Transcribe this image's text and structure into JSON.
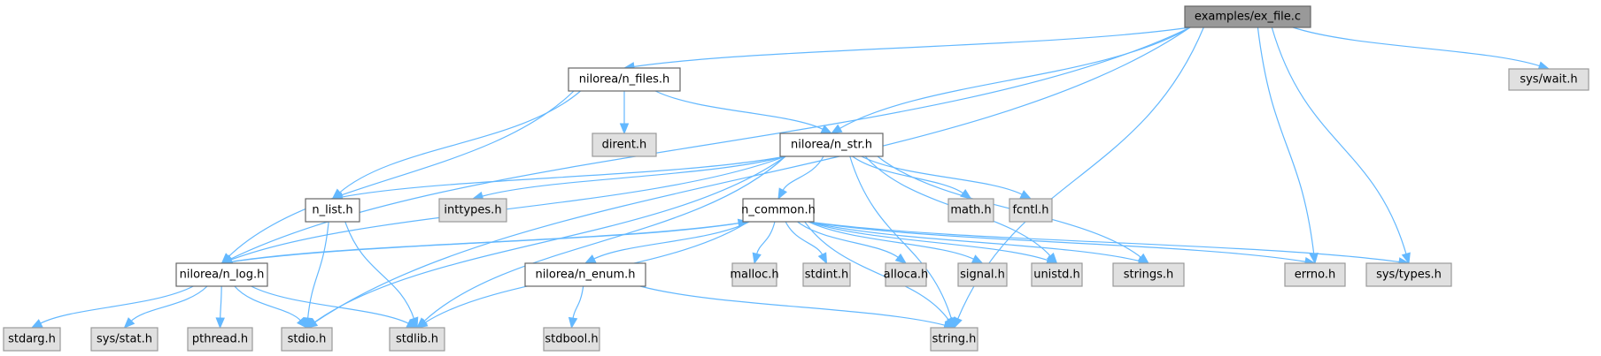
{
  "diagram": {
    "type": "include-dependency-graph",
    "colors": {
      "edge": "#63b8ff",
      "root_fill": "#999999",
      "root_border": "#666666",
      "local_fill": "#ffffff",
      "local_border": "#666666",
      "system_fill": "#e0e0e0",
      "system_border": "#999999"
    },
    "nodes": [
      {
        "id": "ex_file",
        "label": "examples/ex_file.c",
        "kind": "root"
      },
      {
        "id": "n_files",
        "label": "nilorea/n_files.h",
        "kind": "doc"
      },
      {
        "id": "sys_wait",
        "label": "sys/wait.h",
        "kind": "sys"
      },
      {
        "id": "dirent",
        "label": "dirent.h",
        "kind": "sys"
      },
      {
        "id": "n_str",
        "label": "nilorea/n_str.h",
        "kind": "doc"
      },
      {
        "id": "n_list",
        "label": "n_list.h",
        "kind": "doc"
      },
      {
        "id": "inttypes",
        "label": "inttypes.h",
        "kind": "sys"
      },
      {
        "id": "n_common",
        "label": "n_common.h",
        "kind": "doc"
      },
      {
        "id": "math",
        "label": "math.h",
        "kind": "sys"
      },
      {
        "id": "fcntl",
        "label": "fcntl.h",
        "kind": "sys"
      },
      {
        "id": "n_log",
        "label": "nilorea/n_log.h",
        "kind": "doc"
      },
      {
        "id": "n_enum",
        "label": "nilorea/n_enum.h",
        "kind": "doc"
      },
      {
        "id": "malloc",
        "label": "malloc.h",
        "kind": "sys"
      },
      {
        "id": "stdint",
        "label": "stdint.h",
        "kind": "sys"
      },
      {
        "id": "alloca",
        "label": "alloca.h",
        "kind": "sys"
      },
      {
        "id": "signal",
        "label": "signal.h",
        "kind": "sys"
      },
      {
        "id": "unistd",
        "label": "unistd.h",
        "kind": "sys"
      },
      {
        "id": "strings",
        "label": "strings.h",
        "kind": "sys"
      },
      {
        "id": "errno",
        "label": "errno.h",
        "kind": "sys"
      },
      {
        "id": "sys_types",
        "label": "sys/types.h",
        "kind": "sys"
      },
      {
        "id": "stdarg",
        "label": "stdarg.h",
        "kind": "sys"
      },
      {
        "id": "sys_stat",
        "label": "sys/stat.h",
        "kind": "sys"
      },
      {
        "id": "pthread",
        "label": "pthread.h",
        "kind": "sys"
      },
      {
        "id": "stdio",
        "label": "stdio.h",
        "kind": "sys"
      },
      {
        "id": "stdlib",
        "label": "stdlib.h",
        "kind": "sys"
      },
      {
        "id": "stdbool",
        "label": "stdbool.h",
        "kind": "sys"
      },
      {
        "id": "string",
        "label": "string.h",
        "kind": "sys"
      }
    ],
    "edges": [
      [
        "ex_file",
        "n_files"
      ],
      [
        "ex_file",
        "n_log"
      ],
      [
        "ex_file",
        "stdio"
      ],
      [
        "ex_file",
        "n_str"
      ],
      [
        "ex_file",
        "errno"
      ],
      [
        "ex_file",
        "sys_types"
      ],
      [
        "ex_file",
        "string"
      ],
      [
        "ex_file",
        "sys_wait"
      ],
      [
        "n_files",
        "n_log"
      ],
      [
        "n_files",
        "n_list"
      ],
      [
        "n_files",
        "dirent"
      ],
      [
        "n_files",
        "n_str"
      ],
      [
        "n_str",
        "n_list"
      ],
      [
        "n_str",
        "inttypes"
      ],
      [
        "n_str",
        "n_common"
      ],
      [
        "n_str",
        "math"
      ],
      [
        "n_str",
        "fcntl"
      ],
      [
        "n_str",
        "stdio"
      ],
      [
        "n_str",
        "stdlib"
      ],
      [
        "n_str",
        "unistd"
      ],
      [
        "n_str",
        "strings"
      ],
      [
        "n_str",
        "string"
      ],
      [
        "n_str",
        "n_log"
      ],
      [
        "n_list",
        "stdio"
      ],
      [
        "n_list",
        "stdlib"
      ],
      [
        "n_common",
        "n_log"
      ],
      [
        "n_common",
        "n_enum"
      ],
      [
        "n_common",
        "malloc"
      ],
      [
        "n_common",
        "stdint"
      ],
      [
        "n_common",
        "alloca"
      ],
      [
        "n_common",
        "signal"
      ],
      [
        "n_common",
        "unistd"
      ],
      [
        "n_common",
        "strings"
      ],
      [
        "n_common",
        "errno"
      ],
      [
        "n_common",
        "sys_types"
      ],
      [
        "n_common",
        "string"
      ],
      [
        "n_common",
        "stdlib"
      ],
      [
        "n_log",
        "n_common"
      ],
      [
        "n_log",
        "stdarg"
      ],
      [
        "n_log",
        "sys_stat"
      ],
      [
        "n_log",
        "pthread"
      ],
      [
        "n_log",
        "stdio"
      ],
      [
        "n_log",
        "stdlib"
      ],
      [
        "n_enum",
        "stdbool"
      ],
      [
        "n_enum",
        "string"
      ]
    ]
  }
}
